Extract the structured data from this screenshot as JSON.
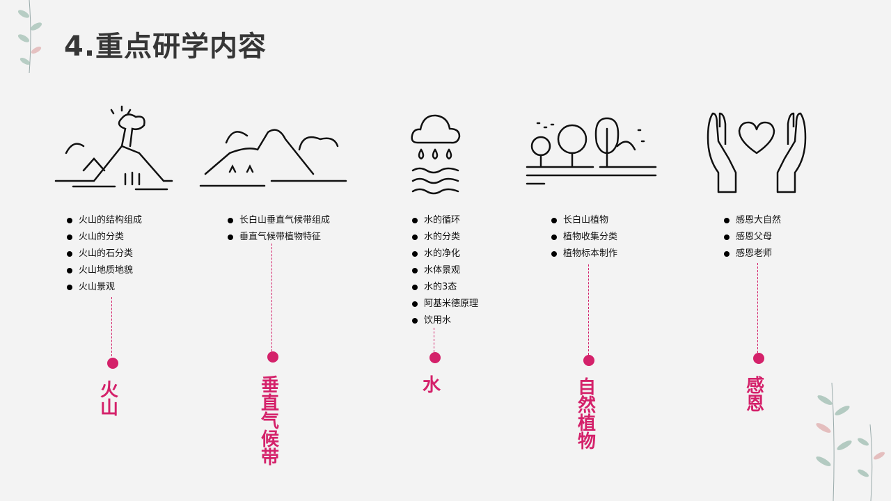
{
  "title": "4.重点研学内容",
  "columns": [
    {
      "label": "火山",
      "items": [
        "火山的结构组成",
        "火山的分类",
        "火山的石分类",
        "火山地质地貌",
        "火山景观"
      ]
    },
    {
      "label": "垂直气候带",
      "items": [
        "长白山垂直气候带组成",
        "垂直气候带植物特征"
      ]
    },
    {
      "label": "水",
      "items": [
        "水的循环",
        "水的分类",
        "水的净化",
        "水体景观",
        "水的3态",
        "阿基米德原理",
        "饮用水"
      ]
    },
    {
      "label": "自然植物",
      "items": [
        "长白山植物",
        "植物收集分类",
        "植物标本制作"
      ]
    },
    {
      "label": "感恩",
      "items": [
        "感恩大自然",
        "感恩父母",
        "感恩老师"
      ]
    }
  ],
  "accent": "#d4216a"
}
